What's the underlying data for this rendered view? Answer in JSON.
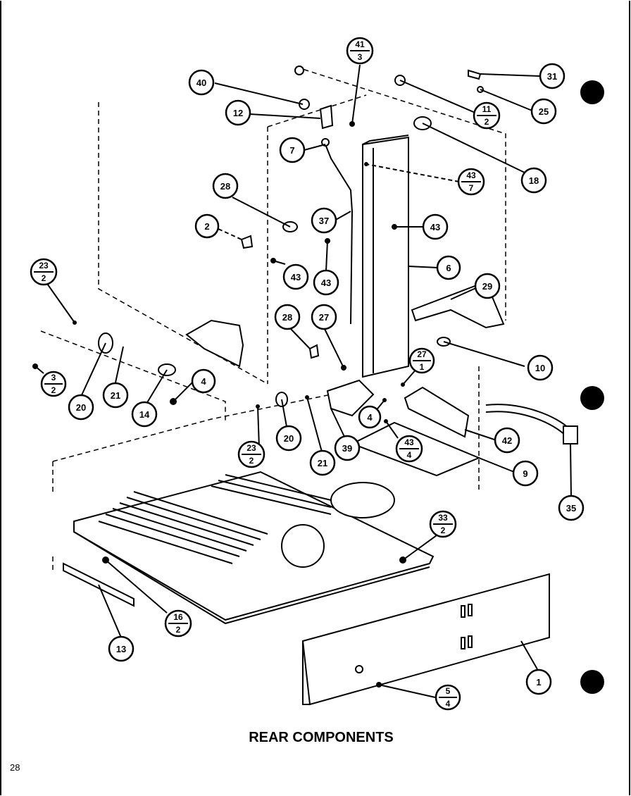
{
  "diagram": {
    "title": "REAR COMPONENTS",
    "page_number": "28",
    "callouts": [
      {
        "id": "c-41-3",
        "top": "41",
        "bottom": "3"
      },
      {
        "id": "c-40",
        "label": "40"
      },
      {
        "id": "c-12",
        "label": "12"
      },
      {
        "id": "c-31",
        "label": "31"
      },
      {
        "id": "c-11-2",
        "top": "11",
        "bottom": "2"
      },
      {
        "id": "c-25",
        "label": "25"
      },
      {
        "id": "c-18",
        "label": "18"
      },
      {
        "id": "c-7",
        "label": "7"
      },
      {
        "id": "c-43-7",
        "top": "43",
        "bottom": "7"
      },
      {
        "id": "c-28a",
        "label": "28"
      },
      {
        "id": "c-37",
        "label": "37"
      },
      {
        "id": "c-43a",
        "label": "43"
      },
      {
        "id": "c-2",
        "label": "2"
      },
      {
        "id": "c-43b",
        "label": "43"
      },
      {
        "id": "c-43c",
        "label": "43"
      },
      {
        "id": "c-6",
        "label": "6"
      },
      {
        "id": "c-29",
        "label": "29"
      },
      {
        "id": "c-23-2a",
        "top": "23",
        "bottom": "2"
      },
      {
        "id": "c-28b",
        "label": "28"
      },
      {
        "id": "c-27",
        "label": "27"
      },
      {
        "id": "c-10",
        "label": "10"
      },
      {
        "id": "c-3-2",
        "top": "3",
        "bottom": "2"
      },
      {
        "id": "c-20a",
        "label": "20"
      },
      {
        "id": "c-21a",
        "label": "21"
      },
      {
        "id": "c-14",
        "label": "14"
      },
      {
        "id": "c-4a",
        "label": "4"
      },
      {
        "id": "c-27-1",
        "top": "27",
        "bottom": "1"
      },
      {
        "id": "c-4b",
        "label": "4"
      },
      {
        "id": "c-23-2b",
        "top": "23",
        "bottom": "2"
      },
      {
        "id": "c-20b",
        "label": "20"
      },
      {
        "id": "c-21b",
        "label": "21"
      },
      {
        "id": "c-39",
        "label": "39"
      },
      {
        "id": "c-43-4",
        "top": "43",
        "bottom": "4"
      },
      {
        "id": "c-42",
        "label": "42"
      },
      {
        "id": "c-9",
        "label": "9"
      },
      {
        "id": "c-35",
        "label": "35"
      },
      {
        "id": "c-33-2",
        "top": "33",
        "bottom": "2"
      },
      {
        "id": "c-16-2",
        "top": "16",
        "bottom": "2"
      },
      {
        "id": "c-13",
        "label": "13"
      },
      {
        "id": "c-1",
        "label": "1"
      },
      {
        "id": "c-5-4",
        "top": "5",
        "bottom": "4"
      }
    ]
  }
}
